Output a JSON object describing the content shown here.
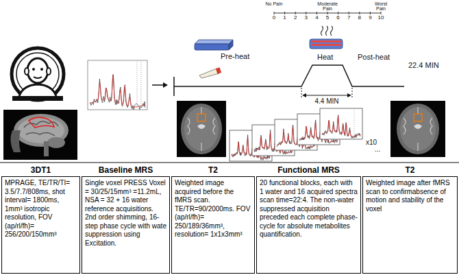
{
  "diagram": {
    "nodes": [
      {
        "text": [
          "3DT1",
          "MPRAGE, TE/TR/TI= 3.5/7.7/808ms, shot interval= 1800ms, 1mm³ isotropic resolution, FOV (ap/rl/fh)= 256/200/150mm³"
        ]
      },
      {
        "text": [
          "Baseline MRS",
          "Single voxel PRESS Voxel = 30/25/15mm³ =11.2mL, NSA = 32 + 16 water reference acquisitions. 2nd order shimming, 16-step phase cycle with wate suppression using Excitation."
        ]
      },
      {
        "text": [
          "T2",
          "Weighted image acquired before the fMRS scan. TE/TR=90/2000ms. FOV (ap/rl/fh)= 250/189/36mm³, resolution= 1x1x3mm³"
        ]
      },
      {
        "text": [
          "Functional MRS",
          "20 functional blocks, each with 1 water and 16 acquired spectra scan time=22:4. The non-water suppressed acquisition preceded each complete phase-cycle for absolute metabolites quantification."
        ]
      },
      {
        "text": [
          "T2",
          "Weighted image after fMRS scan to confirmabsence of motion and stability of the voxel"
        ]
      }
    ],
    "labels": [
      "No Pain",
      "Moderate Pain",
      "Worst Pain",
      "0",
      "1",
      "2",
      "3",
      "4",
      "5",
      "6",
      "7",
      "8",
      "9",
      "10",
      "Pre-heat",
      "Heat",
      "Post-heat",
      "22.4 MIN",
      "4.4 MIN",
      "x10",
      "..."
    ]
  }
}
